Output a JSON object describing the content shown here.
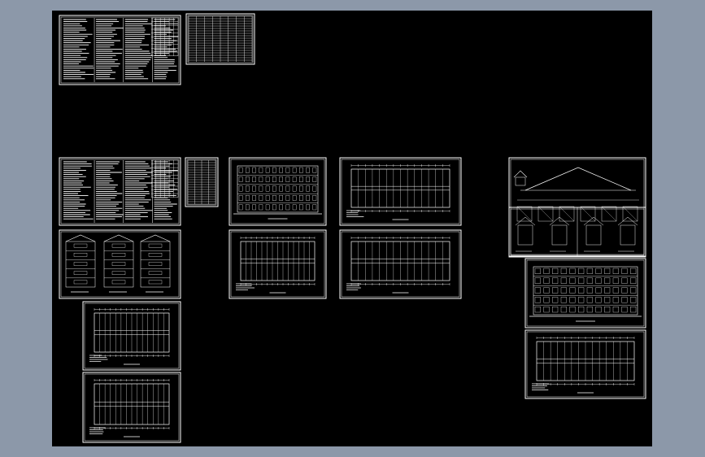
{
  "viewer": {
    "background_color": "#8c98a9",
    "canvas_color": "#000000",
    "stroke_color": "#ffffff"
  },
  "sheets": [
    {
      "id": "sheet-table-a1",
      "kind": "table"
    },
    {
      "id": "sheet-table-a2",
      "kind": "table-small"
    },
    {
      "id": "sheet-table-b1",
      "kind": "table"
    },
    {
      "id": "sheet-table-b2",
      "kind": "table-small"
    },
    {
      "id": "sheet-elevation-1",
      "kind": "elevation"
    },
    {
      "id": "sheet-plan-1",
      "kind": "plan"
    },
    {
      "id": "sheet-section-details",
      "kind": "section"
    },
    {
      "id": "sheet-plan-2",
      "kind": "plan"
    },
    {
      "id": "sheet-plan-3",
      "kind": "plan"
    },
    {
      "id": "sheet-plan-4",
      "kind": "plan"
    },
    {
      "id": "sheet-roof-details",
      "kind": "details"
    },
    {
      "id": "sheet-elevation-2",
      "kind": "elevation"
    },
    {
      "id": "sheet-plan-5",
      "kind": "plan"
    },
    {
      "id": "sheet-detail-grid-1",
      "kind": "detail-grid"
    },
    {
      "id": "sheet-plan-6",
      "kind": "plan"
    }
  ]
}
